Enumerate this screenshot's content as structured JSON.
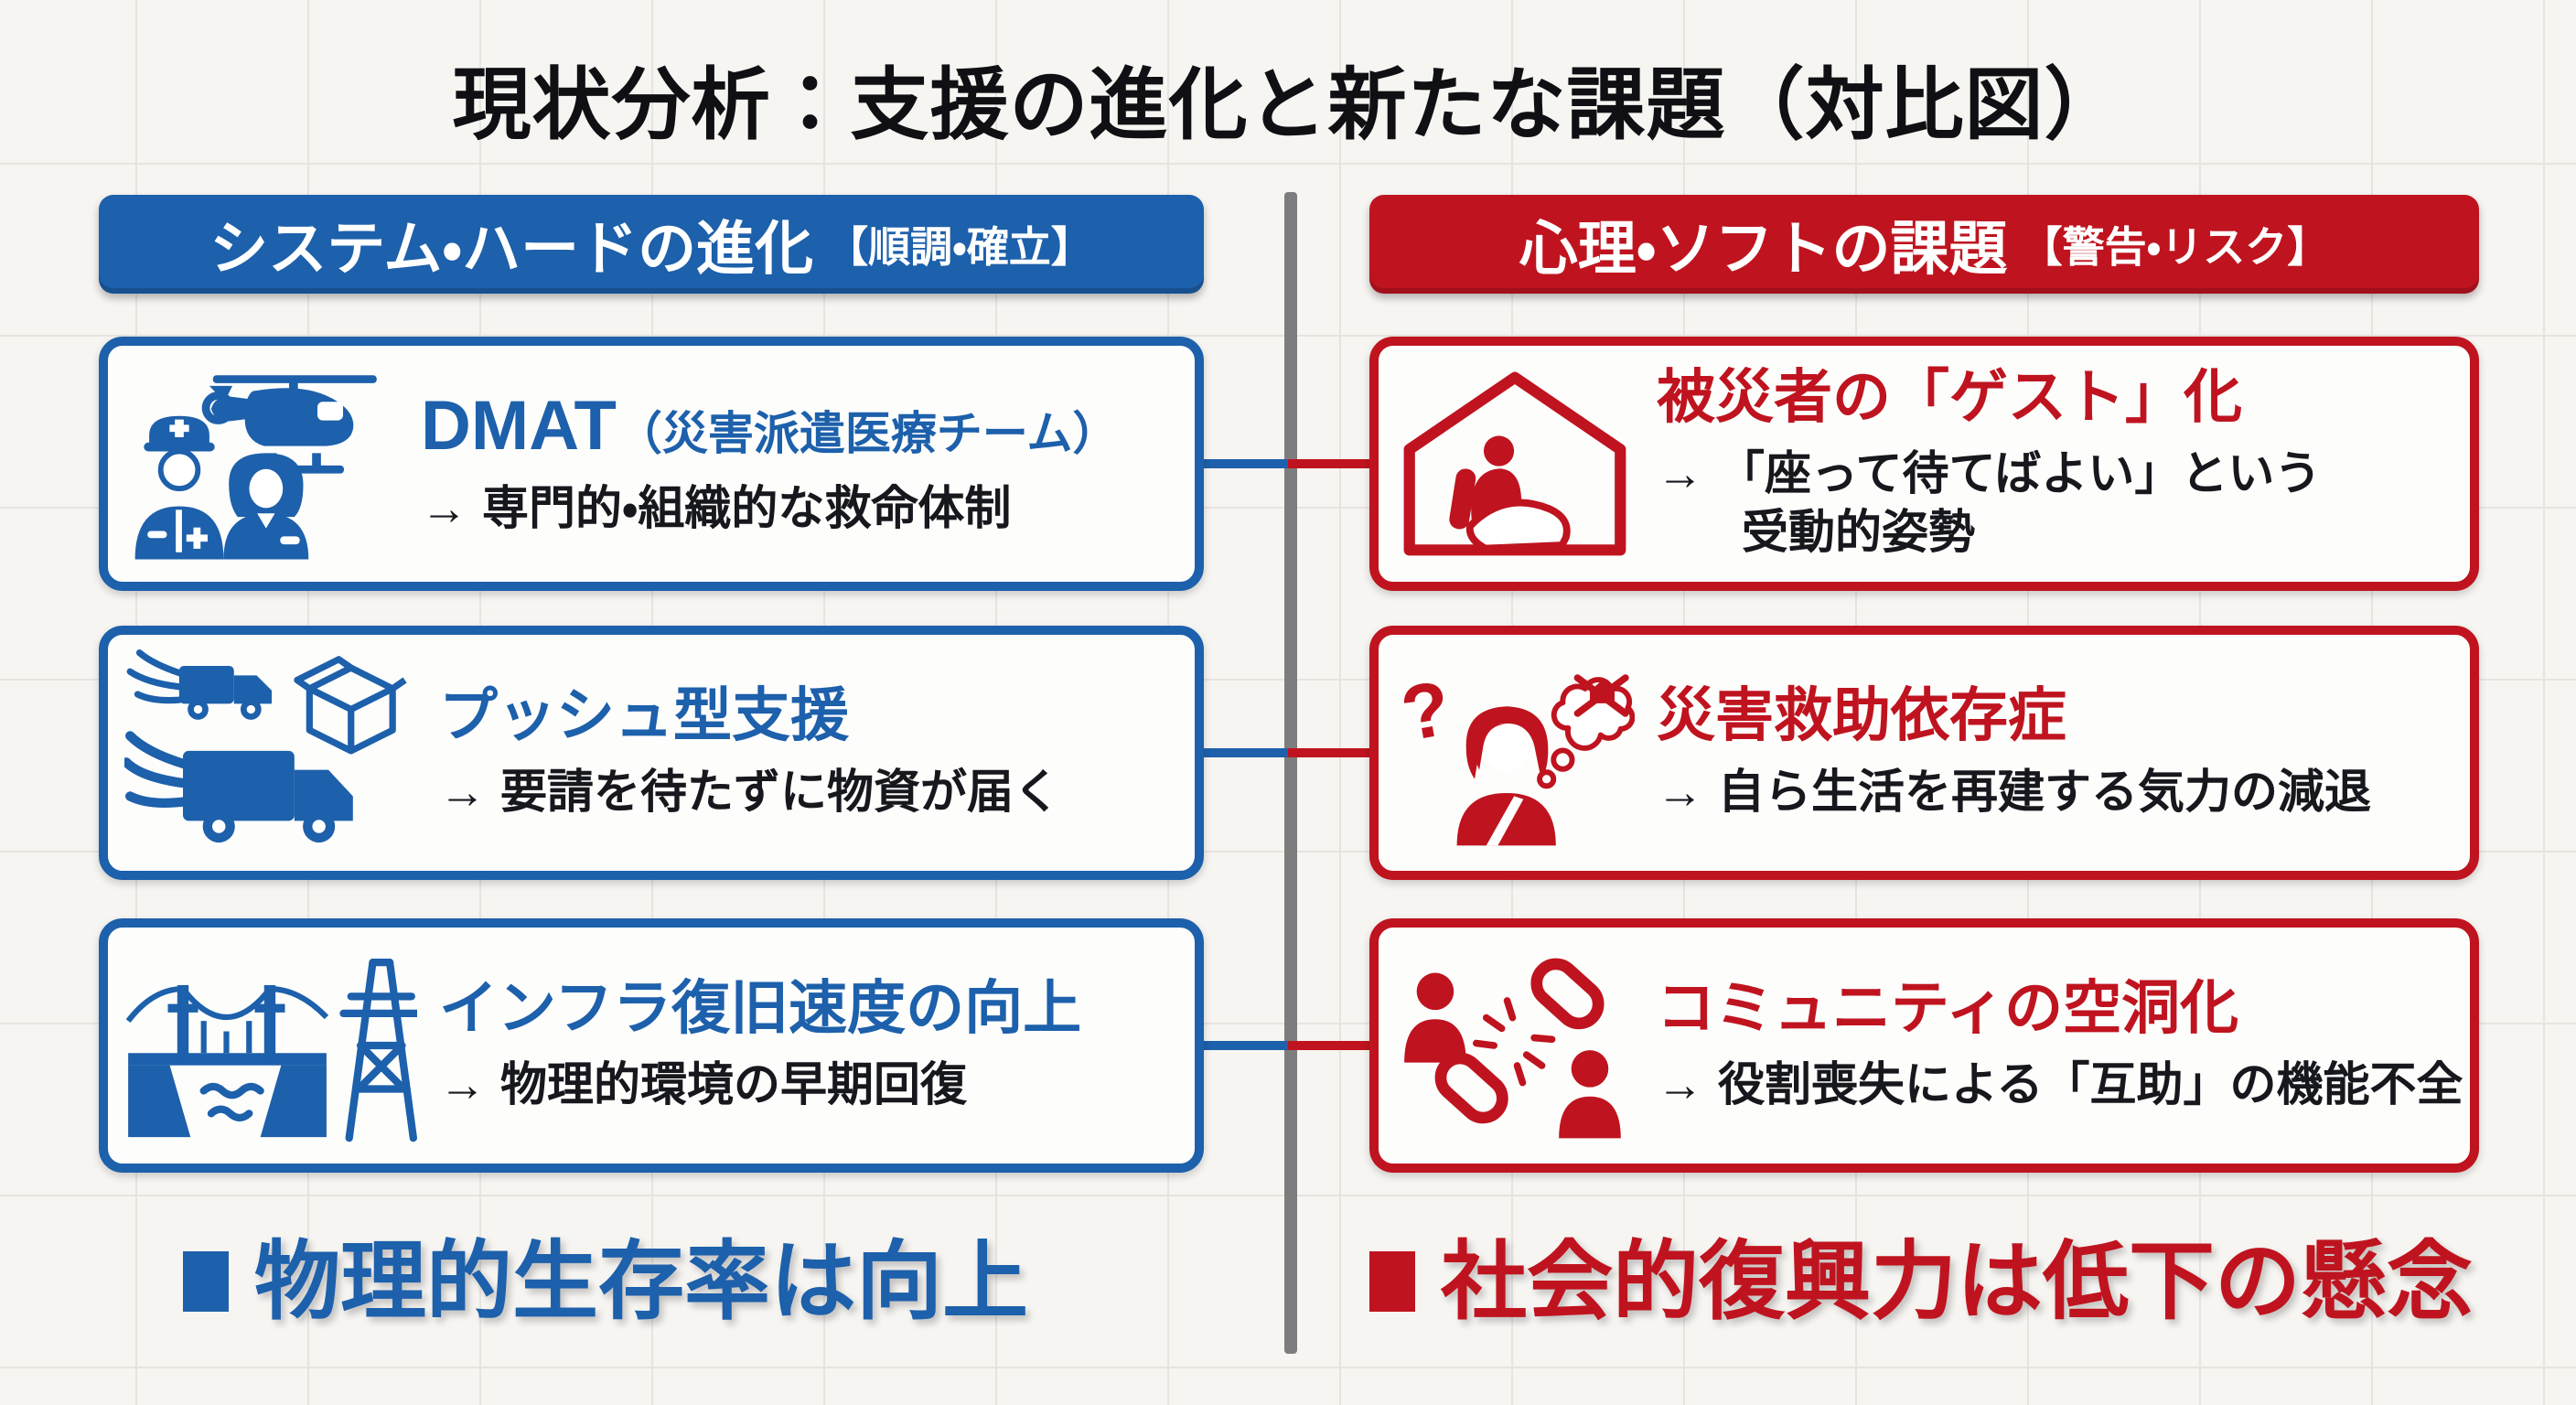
{
  "title": "現状分析：支援の進化と新たな課題（対比図）",
  "colors": {
    "blue": "#1d60ab",
    "blue_deep": "#124a86",
    "red": "#bf141f",
    "red_deep": "#8e0d16",
    "ink": "#17181d",
    "divider": "#7d7d7d",
    "bg": "#f7f5f2",
    "grid": "#e7e4df",
    "card_bg": "#fdfdfc"
  },
  "left": {
    "header": {
      "title": "システム・ハードの進化",
      "tag": "【順調・確立】"
    },
    "items": [
      {
        "icon": "dmat-team-icon",
        "heading_main": "DMAT",
        "heading_sub": "（災害派遣医療チーム）",
        "arrow": "→",
        "line1": "専門的・組織的な救命体制"
      },
      {
        "icon": "push-support-icon",
        "heading": "プッシュ型支援",
        "arrow": "→",
        "line1": "要請を待たずに物資が届く"
      },
      {
        "icon": "infrastructure-icon",
        "heading": "インフラ復旧速度の向上",
        "arrow": "→",
        "line1": "物理的環境の早期回復"
      }
    ],
    "conclusion": "物理的生存率は向上"
  },
  "right": {
    "header": {
      "title": "心理・ソフトの課題",
      "tag": "【警告・リスク】"
    },
    "items": [
      {
        "icon": "evacuee-guest-icon",
        "heading": "被災者の「ゲスト」化",
        "arrow": "→",
        "line1": "「座って待てばよい」という",
        "line2": "受動的姿勢"
      },
      {
        "icon": "dependency-icon",
        "heading": "災害救助依存症",
        "arrow": "→",
        "line1": "自ら生活を再建する気力の減退"
      },
      {
        "icon": "community-icon",
        "heading": "コミュニティの空洞化",
        "arrow": "→",
        "line1": "役割喪失による「互助」の機能不全"
      }
    ],
    "conclusion": "社会的復興力は低下の懸念"
  }
}
